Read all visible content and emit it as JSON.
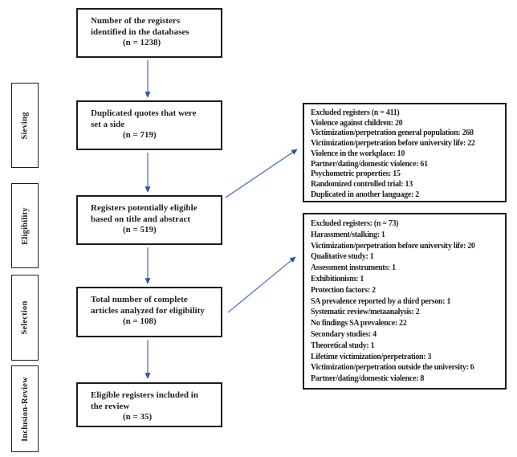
{
  "stages": [
    "Sieving",
    "Eligibility",
    "Selection",
    "Inclusion-Review"
  ],
  "flow_boxes": [
    {
      "text": "Number of the registers\nidentified in the databases",
      "count": "(n = 1238)"
    },
    {
      "text": "Duplicated quotes that were\nset a side",
      "count": "(n = 719)"
    },
    {
      "text": "Registers potentially eligible\nbased on title and abstract",
      "count": "(n = 519)"
    },
    {
      "text": "Total number of complete\narticles analyzed for eligibility",
      "count": "(n = 108)"
    },
    {
      "text": "Eligible registers included in\nthe review",
      "count": "(n = 35)"
    }
  ],
  "side_boxes": [
    {
      "lines": [
        "Excluded registers (n = 411)",
        "Violence against children: 20",
        "Victimization/perpetration general population: 268",
        "Victimization/perpetration before university life: 22",
        "Violence in the workplace: 10",
        "Partner/dating/domestic violence: 61",
        "Psychometric properties: 15",
        "Randomized controlled trial: 13",
        "Duplicated in another language: 2"
      ]
    },
    {
      "lines": [
        "Excluded registers: (n = 73)",
        "Harassment/stalking: 1",
        "Victimization/perpetration before university life: 20",
        "Qualitative study: 1",
        "Assessment instruments: 1",
        "Exhibitionism: 1",
        "Protection factors: 2",
        "SA prevalence reported by a third person: 1",
        "Systematic review/metaanalysis: 2",
        "No findings SA prevalence: 22",
        "Secondary studies: 4",
        "Theoretical study: 1",
        "Lifetime victimization/perpetration: 3",
        "Victimization/perpetration outside the university: 6",
        "Partner/dating/domestic violence: 8"
      ]
    }
  ],
  "colors": {
    "arrow_line": "#5b7fd0",
    "arrow_head": "#2e5496",
    "box_border": "#1c1c1c",
    "text": "#1f1f1f"
  }
}
